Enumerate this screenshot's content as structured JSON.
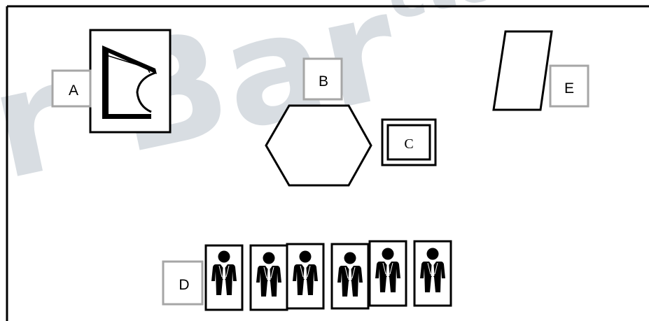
{
  "labels": {
    "a": "A",
    "b": "B",
    "c": "C",
    "d": "D",
    "e": "E"
  },
  "figures": [
    {
      "id": "fig1",
      "icon": "person-in-tie-icon"
    },
    {
      "id": "fig2",
      "icon": "person-in-tie-icon"
    },
    {
      "id": "fig3",
      "icon": "person-in-tie-icon"
    },
    {
      "id": "fig4",
      "icon": "person-in-tie-icon"
    },
    {
      "id": "fig5",
      "icon": "person-in-tie-icon"
    },
    {
      "id": "fig6",
      "icon": "person-in-tie-icon"
    }
  ],
  "colors": {
    "outline": "#000000",
    "label_border": "#a6a6a6",
    "watermark": "#b9c2cc"
  }
}
